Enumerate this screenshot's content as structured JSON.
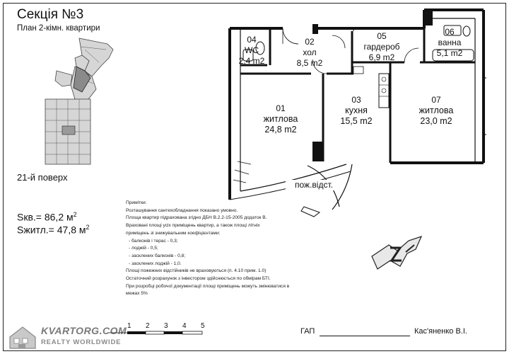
{
  "header": {
    "title": "Секція №3",
    "subtitle": "План 2-кімн. квартири"
  },
  "floor_label": "21-й поверх",
  "areas": {
    "total_prefix": "Sкв.= 86,2 м",
    "living_prefix": "Sжитл.= 47,8 м",
    "unit_sup": "2"
  },
  "rooms": [
    {
      "num": "01",
      "name": "житлова",
      "area": "24,8 m2"
    },
    {
      "num": "02",
      "name": "хол",
      "area": "8,5 m2"
    },
    {
      "num": "03",
      "name": "кухня",
      "area": "15,5 m2"
    },
    {
      "num": "04",
      "name": "WC",
      "area": "2,4 m2"
    },
    {
      "num": "05",
      "name": "гардероб",
      "area": "6,9 m2"
    },
    {
      "num": "06",
      "name": "ванна",
      "area": "5,1 m2"
    },
    {
      "num": "07",
      "name": "житлова",
      "area": "23,0 m2"
    }
  ],
  "evacuation_label": "пож.відст.",
  "compass_label": "-N-",
  "notes": {
    "heading": "Примітки:",
    "lines": [
      "Розташування сантехобладнання показано умовно.",
      "Площа квартир підрахована згідно ДБН В.2.2-15-2005  додаток В.",
      "Враховані площі усіх приміщень квартир, а також площі літніх",
      "приміщень зі знижувальним коефіцієнтами:",
      "- балконів і терас - 0,3;",
      "- лоджій - 0,5;",
      "- засклених балконів - 0,8;",
      "- засклених лоджій - 1,0.",
      "Площі пожежних відстійників не враховуються (п. 4.10 прим. 1.0)",
      "Остаточний розрахунок з інвестором здійснюється по обмірам БТІ.",
      "При розробці робочої документації площі приміщень можуть змінюватися в",
      "межах 5%"
    ]
  },
  "footer": {
    "gap_label": "ГАП",
    "signature": "Кас'яненко В.І."
  },
  "scale": [
    "1",
    "2",
    "3",
    "4",
    "5"
  ],
  "logo": {
    "main": "KVARTORG.COM",
    "sub": "REALTY WORLDWIDE"
  }
}
